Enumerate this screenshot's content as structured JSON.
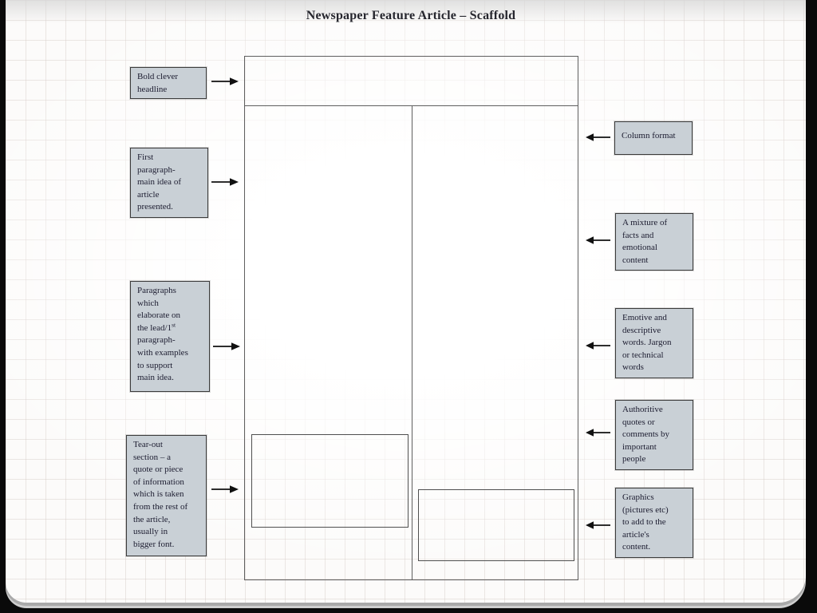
{
  "page": {
    "title": "Newspaper Feature Article – Scaffold"
  },
  "diagram": {
    "left_labels": [
      {
        "text": "Bold clever\nheadline"
      },
      {
        "text": "First\nparagraph-\nmain idea of\narticle\npresented."
      },
      {
        "text_part1": "Paragraphs\nwhich\nelaborate on\nthe lead/1",
        "superscript": "st",
        "text_part2": "\nparagraph-\nwith examples\nto support\nmain idea."
      },
      {
        "text": "Tear-out\nsection – a\nquote or piece\nof information\nwhich is taken\nfrom the rest of\nthe article,\nusually in\nbigger font."
      }
    ],
    "right_labels": [
      {
        "text": "Column format"
      },
      {
        "text": "A mixture of\nfacts and\nemotional\ncontent"
      },
      {
        "text": "Emotive and\ndescriptive\nwords. Jargon\nor technical\nwords"
      },
      {
        "text": "Authoritive\nquotes or\ncomments by\nimportant\npeople"
      },
      {
        "text": "Graphics\n(pictures etc)\nto add to the\narticle's\ncontent."
      }
    ]
  },
  "colors": {
    "background": "#0a0a0a",
    "page": "#fcfbfa",
    "label_box_fill": "#c9d0d6",
    "label_box_border": "#3b3b3b",
    "outline_border": "#5f5f5f",
    "arrow": "#111111",
    "text": "#1c1c30"
  }
}
